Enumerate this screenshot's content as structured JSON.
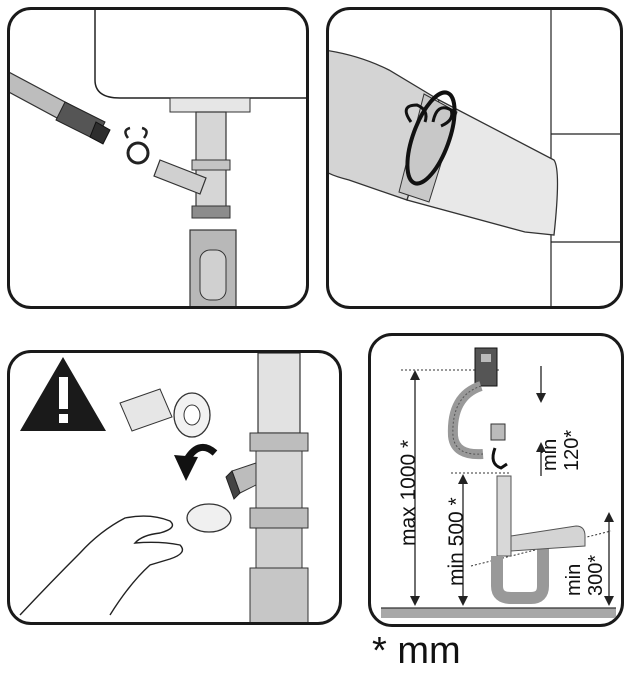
{
  "steps": [
    {
      "id": 1,
      "depicts": "drain-hose-clamp-onto-spigot"
    },
    {
      "id": 2,
      "depicts": "hose-clamped-on-spigot"
    },
    {
      "id": 3,
      "depicts": "remove-spigot-cap-warning"
    },
    {
      "id": 4,
      "depicts": "drain-height-dimensions"
    }
  ],
  "warning_icon": "exclamation-triangle-icon",
  "dimensions": {
    "max_height": "max 1000 *",
    "min_height": "min 500 *",
    "min_120_line1": "min",
    "min_120_line2": "120*",
    "min_300_line1": "min",
    "min_300_line2": "300*"
  },
  "units_note": "* mm",
  "colors": {
    "line": "#1a1a1a",
    "pipe_grey": "#b5b5b5",
    "floor_grey": "#888888"
  }
}
